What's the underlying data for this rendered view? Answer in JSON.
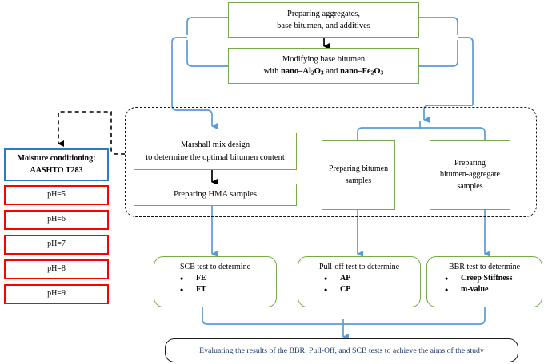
{
  "diagram": {
    "title": "Research methodology flowchart",
    "colors": {
      "green_border": "#76a94b",
      "blue_border": "#2b7cc4",
      "red_border": "#fe0000",
      "black_border": "#1a1a1a",
      "connector_blue": "#5b9bd5",
      "connector_black": "#000000",
      "final_text_blue": "#1f3a68"
    },
    "top": {
      "prepare_box": {
        "line1": "Preparing aggregates,",
        "line2": "base bitumen, and additives"
      },
      "modify_box": {
        "line1": "Modifying base bitumen",
        "line2_prefix": "with ",
        "line2_chem1": "nano-Al2O3",
        "line2_middle": " and ",
        "line2_chem2": "nano-Fe2O3"
      }
    },
    "left_column": {
      "moisture_box": {
        "line1": "Moisture conditioning:",
        "line2": "AASHTO T283"
      },
      "ph_boxes": [
        {
          "label": "pH=5"
        },
        {
          "label": "pH=6"
        },
        {
          "label": "pH=7"
        },
        {
          "label": "pH=8"
        },
        {
          "label": "pH=9"
        }
      ]
    },
    "middle_group": {
      "marshall_box": {
        "line1": "Marshall mix design",
        "line2": "to determine the optimal bitumen content"
      },
      "hma_box": {
        "line1": "Preparing HMA samples"
      },
      "bitumen_box": {
        "line1": "Preparing bitumen",
        "line2": "samples"
      },
      "bitumen_aggregate_box": {
        "line1": "Preparing",
        "line2": "bitumen-aggregate",
        "line3": "samples"
      }
    },
    "tests": [
      {
        "title": "SCB test to determine",
        "items": [
          "FE",
          "FT"
        ]
      },
      {
        "title": "Pull-off test to determine",
        "items": [
          "AP",
          "CP"
        ]
      },
      {
        "title": "BBR test to determine",
        "items": [
          "Creep Stiffness",
          "m-value"
        ]
      }
    ],
    "final_box": {
      "text": "Evaluating the results of the BBR, Pull-Off, and SCB tests to achieve the aims of the study"
    }
  }
}
